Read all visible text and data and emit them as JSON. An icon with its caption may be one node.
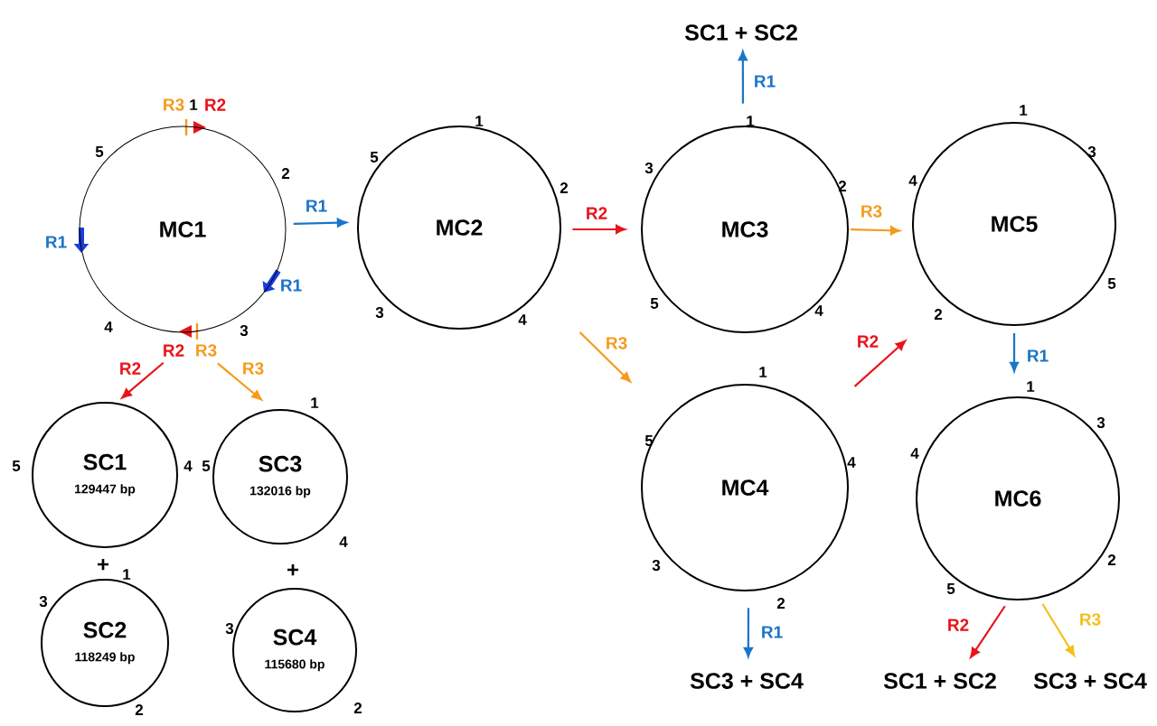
{
  "diagram": {
    "nodes": [
      {
        "text": [
          "MC1"
        ],
        "beside": [
          "1",
          "5",
          "2",
          "4",
          "3"
        ]
      },
      {
        "text": [
          "MC2"
        ],
        "beside": [
          "1",
          "5",
          "2",
          "3",
          "4"
        ]
      },
      {
        "text": [
          "SC1 + SC2"
        ]
      },
      {
        "text": [
          "MC3"
        ],
        "beside": [
          "1",
          "3",
          "2",
          "5",
          "4"
        ]
      },
      {
        "text": [
          "MC5"
        ],
        "beside": [
          "1",
          "3",
          "4",
          "2",
          "5"
        ]
      },
      {
        "text": [
          "SC1",
          "129447 bp"
        ],
        "beside": [
          "5",
          "4"
        ]
      },
      {
        "text": [
          "SC3",
          "132016 bp"
        ],
        "beside": [
          "1",
          "5",
          "4"
        ]
      },
      {
        "text": [
          "MC4"
        ],
        "beside": [
          "1",
          "5",
          "4",
          "3",
          "2"
        ]
      },
      {
        "text": [
          "MC6"
        ],
        "beside": [
          "1",
          "3",
          "4",
          "5",
          "2"
        ]
      },
      {
        "text": [
          "SC2",
          "118249 bp"
        ],
        "beside": [
          "1",
          "3",
          "2"
        ]
      },
      {
        "text": [
          "SC4",
          "115680 bp"
        ],
        "beside": [
          "3",
          "2"
        ]
      },
      {
        "text": [
          "SC3 + SC4"
        ]
      },
      {
        "text": [
          "SC1 + SC2"
        ]
      },
      {
        "text": [
          "SC3 + SC4"
        ]
      }
    ],
    "edges": [
      {
        "from": 0,
        "to": 1,
        "arrow": "to",
        "label": "R1",
        "color": "#1a75c8"
      },
      {
        "from": 0,
        "to": 5,
        "arrow": "to",
        "label": "R2",
        "color": "#e8141c"
      },
      {
        "from": 0,
        "to": 6,
        "arrow": "to",
        "label": "R3",
        "color": "#f59a1b"
      },
      {
        "from": 1,
        "to": 3,
        "arrow": "to",
        "label": "R2",
        "color": "#e8141c"
      },
      {
        "from": 1,
        "to": 7,
        "arrow": "to",
        "label": "R3",
        "color": "#f59a1b"
      },
      {
        "from": 3,
        "to": 2,
        "arrow": "to",
        "label": "R1",
        "color": "#1a75c8"
      },
      {
        "from": 3,
        "to": 4,
        "arrow": "to",
        "label": "R3",
        "color": "#f59a1b"
      },
      {
        "from": 7,
        "to": 4,
        "arrow": "to",
        "label": "R2",
        "color": "#e8141c"
      },
      {
        "from": 4,
        "to": 8,
        "arrow": "to",
        "label": "R1",
        "color": "#1a75c8"
      },
      {
        "from": 7,
        "to": 11,
        "arrow": "to",
        "label": "R1",
        "color": "#1a75c8"
      },
      {
        "from": 8,
        "to": 12,
        "arrow": "to",
        "label": "R2",
        "color": "#e8141c"
      },
      {
        "from": 8,
        "to": 13,
        "arrow": "to",
        "label": "R3",
        "color": "#f5be1b"
      }
    ],
    "labels": [
      "R3",
      "R2",
      "R1",
      "R1",
      "R2",
      "R3",
      "+",
      "+"
    ]
  }
}
